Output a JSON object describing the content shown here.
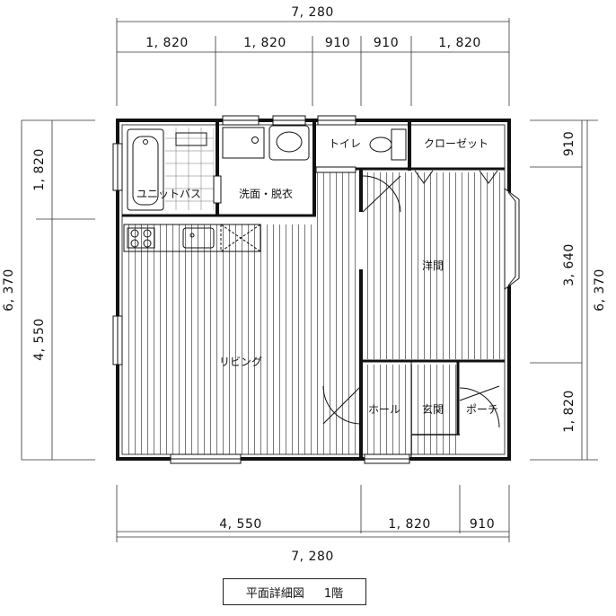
{
  "dimensions": {
    "top_total": "7, 280",
    "top_segments": [
      "1, 820",
      "1, 820",
      "910",
      "910",
      "1, 820"
    ],
    "bottom_total": "7, 280",
    "bottom_segments": [
      "4, 550",
      "1, 820",
      "910"
    ],
    "left_total": "6, 370",
    "left_segments": [
      "1, 820",
      "4, 550"
    ],
    "right_total": "6, 370",
    "right_segments": [
      "910",
      "3, 640",
      "1, 820"
    ]
  },
  "rooms": {
    "unit_bath": "ユニットバス",
    "washroom": "洗面・脱衣",
    "toilet": "トイレ",
    "closet": "クローゼット",
    "western_room": "洋間",
    "living": "リビング",
    "hall": "ホール",
    "entrance": "玄関",
    "porch": "ポーチ"
  },
  "caption": {
    "title": "平面詳細図",
    "floor": "1階"
  }
}
